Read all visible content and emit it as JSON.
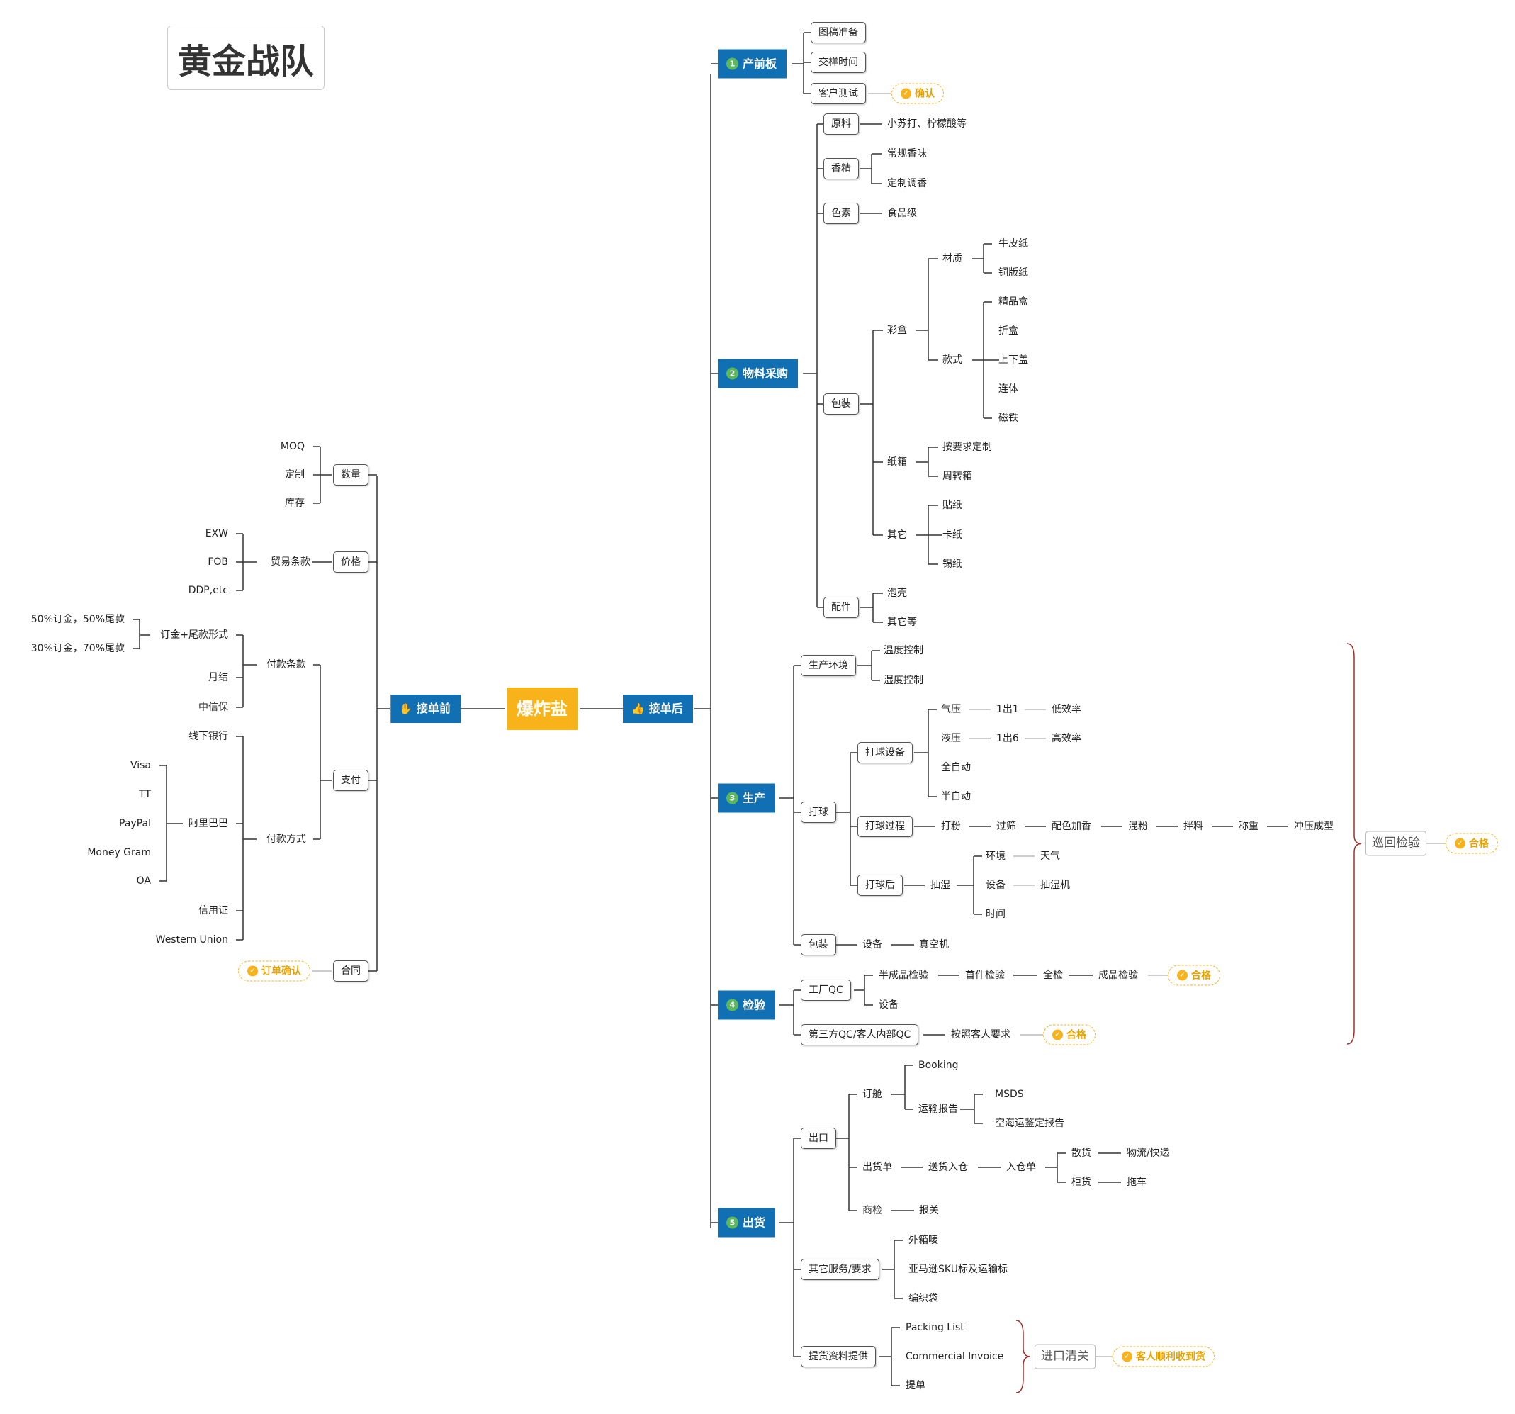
{
  "title": "黄金战队",
  "colors": {
    "main_blue": "#1170b3",
    "central_orange": "#f8b31a",
    "summary_brace": "#a0302a"
  },
  "central": "爆炸盐",
  "left": {
    "label": "接单前",
    "icon": "handshake-icon",
    "branches": [
      {
        "label": "数量",
        "children": [
          "MOQ",
          "定制",
          "库存"
        ]
      },
      {
        "label": "价格",
        "children": [
          {
            "label": "贸易条款",
            "children": [
              "EXW",
              "FOB",
              "DDP,etc"
            ]
          }
        ]
      },
      {
        "label": "支付",
        "children": [
          {
            "label": "付款条款",
            "children": [
              {
                "label": "订金+尾款形式",
                "children": [
                  "50%订金，50%尾款",
                  "30%订金，70%尾款"
                ]
              },
              "月结",
              "中信保"
            ]
          },
          {
            "label": "付款方式",
            "children": [
              "线下银行",
              {
                "label": "阿里巴巴",
                "children": [
                  "Visa",
                  "TT",
                  "PayPal",
                  "Money Gram",
                  "OA"
                ]
              },
              "信用证",
              "Western Union"
            ]
          }
        ]
      },
      {
        "label": "合同",
        "tag": "订单确认"
      }
    ]
  },
  "right": {
    "label": "接单后",
    "icon": "thumbs-up-icon",
    "branches": [
      {
        "num": "1",
        "label": "产前板",
        "children": [
          "图稿准备",
          "交样时间",
          "客户测试"
        ],
        "tag": "确认"
      },
      {
        "num": "2",
        "label": "物料采购",
        "children": [
          {
            "label": "原料",
            "children": [
              "小苏打、柠檬酸等"
            ]
          },
          {
            "label": "香精",
            "children": [
              "常规香味",
              "定制调香"
            ]
          },
          {
            "label": "色素",
            "children": [
              "食品级"
            ]
          },
          {
            "label": "包装",
            "children": [
              {
                "label": "彩盒",
                "children": [
                  {
                    "label": "材质",
                    "children": [
                      "牛皮纸",
                      "铜版纸"
                    ]
                  },
                  {
                    "label": "款式",
                    "children": [
                      "精品盒",
                      "折盒",
                      "上下盖",
                      "连体",
                      "磁铁"
                    ]
                  }
                ]
              },
              {
                "label": "纸箱",
                "children": [
                  "按要求定制",
                  "周转箱"
                ]
              },
              {
                "label": "其它",
                "children": [
                  "贴纸",
                  "卡纸",
                  "锡纸"
                ]
              }
            ]
          },
          {
            "label": "配件",
            "children": [
              "泡壳",
              "其它等"
            ]
          }
        ]
      },
      {
        "num": "3",
        "label": "生产",
        "children": [
          {
            "label": "生产环境",
            "children": [
              "温度控制",
              "湿度控制"
            ]
          },
          {
            "label": "打球",
            "children": [
              {
                "label": "打球设备",
                "children": [
                  {
                    "chain": [
                      "气压",
                      "1出1",
                      "低效率"
                    ]
                  },
                  {
                    "chain": [
                      "液压",
                      "1出6",
                      "高效率"
                    ]
                  },
                  "全自动",
                  "半自动"
                ]
              },
              {
                "label": "打球过程",
                "chain": [
                  "打粉",
                  "过筛",
                  "配色加香",
                  "混粉",
                  "拌料",
                  "称重",
                  "冲压成型"
                ]
              },
              {
                "label": "打球后",
                "sub": "抽湿",
                "children": [
                  {
                    "chain": [
                      "环境",
                      "天气"
                    ]
                  },
                  {
                    "chain": [
                      "设备",
                      "抽湿机"
                    ]
                  },
                  "时间"
                ]
              }
            ]
          },
          {
            "label": "包装",
            "chain": [
              "设备",
              "真空机"
            ]
          }
        ]
      },
      {
        "num": "4",
        "label": "检验",
        "children": [
          {
            "label": "工厂QC",
            "children": [
              {
                "chain": [
                  "半成品检验",
                  "首件检验",
                  "全检",
                  "成品检验"
                ],
                "tag": "合格"
              },
              "设备"
            ]
          },
          {
            "label": "第三方QC/客人内部QC",
            "chain": [
              "按照客人要求"
            ],
            "tag": "合格"
          }
        ]
      },
      {
        "num": "5",
        "label": "出货",
        "children": [
          {
            "label": "出口",
            "children": [
              {
                "label": "订舱",
                "children": [
                  "Booking",
                  {
                    "label": "运输报告",
                    "children": [
                      "MSDS",
                      "空海运鉴定报告"
                    ]
                  }
                ]
              },
              {
                "label": "出货单",
                "chain": [
                  "送货入仓",
                  "入仓单"
                ],
                "children": [
                  {
                    "chain": [
                      "散货",
                      "物流/快递"
                    ]
                  },
                  {
                    "chain": [
                      "柜货",
                      "拖车"
                    ]
                  }
                ]
              },
              {
                "chain": [
                  "商检",
                  "报关"
                ]
              }
            ]
          },
          {
            "label": "其它服务/要求",
            "children": [
              "外箱唛",
              "亚马逊SKU标及运输标",
              "编织袋"
            ]
          },
          {
            "label": "提货资料提供",
            "children": [
              "Packing List",
              "Commercial Invoice",
              "提单"
            ]
          }
        ]
      }
    ]
  },
  "summaries": [
    {
      "label": "巡回检验",
      "tag": "合格"
    },
    {
      "label": "进口清关",
      "tag": "客人顺利收到货"
    }
  ]
}
